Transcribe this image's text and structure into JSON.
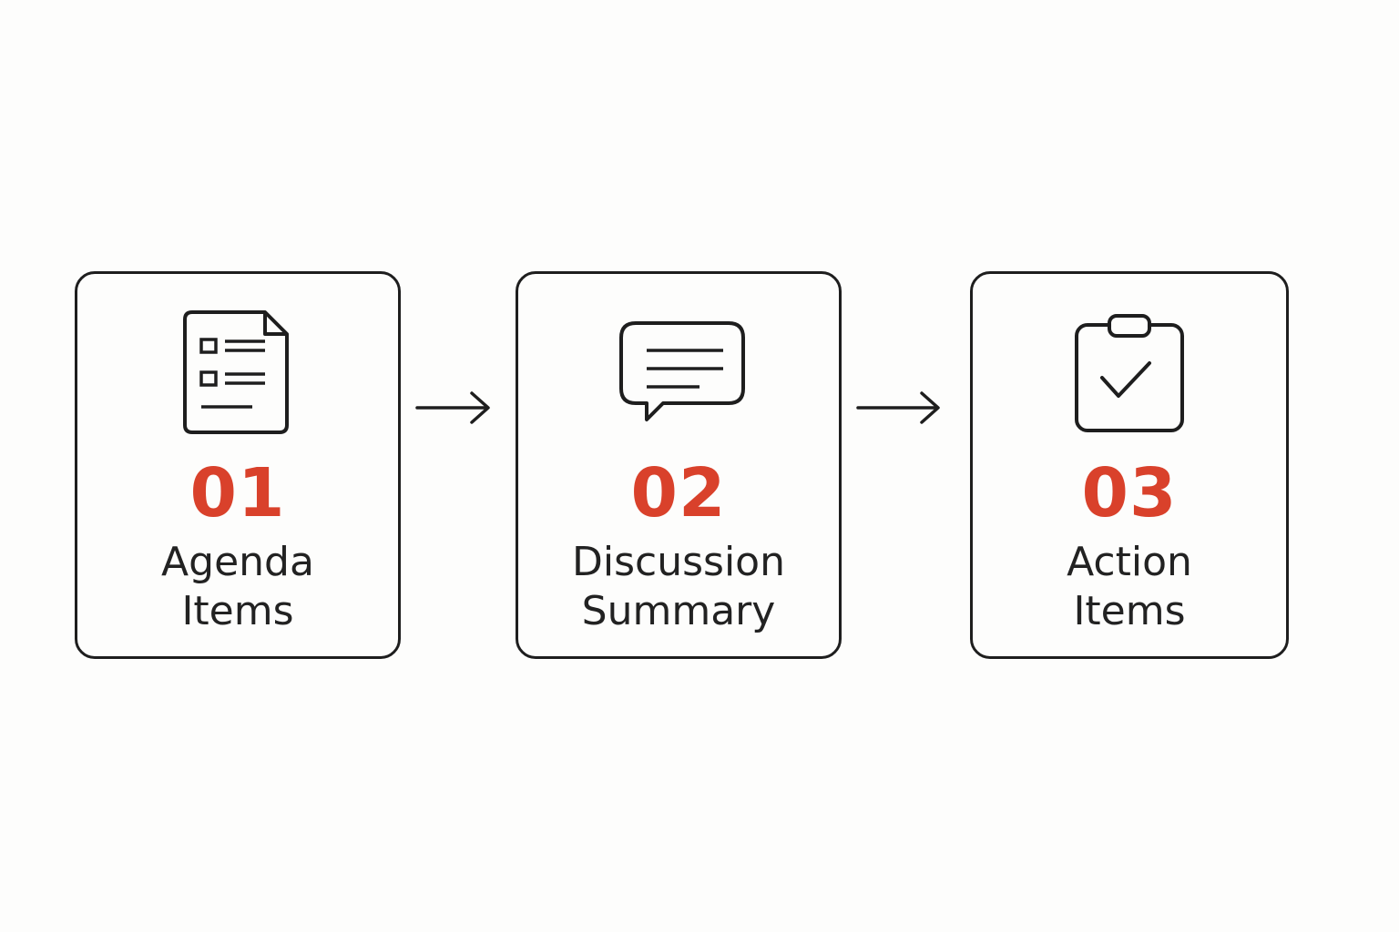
{
  "accent_color": "#d9412b",
  "stroke_color": "#1e1e1e",
  "steps": [
    {
      "number": "01",
      "label_line1": "Agenda",
      "label_line2": "Items",
      "icon": "document-list-icon"
    },
    {
      "number": "02",
      "label_line1": "Discussion",
      "label_line2": "Summary",
      "icon": "speech-bubble-icon"
    },
    {
      "number": "03",
      "label_line1": "Action",
      "label_line2": "Items",
      "icon": "clipboard-check-icon"
    }
  ]
}
